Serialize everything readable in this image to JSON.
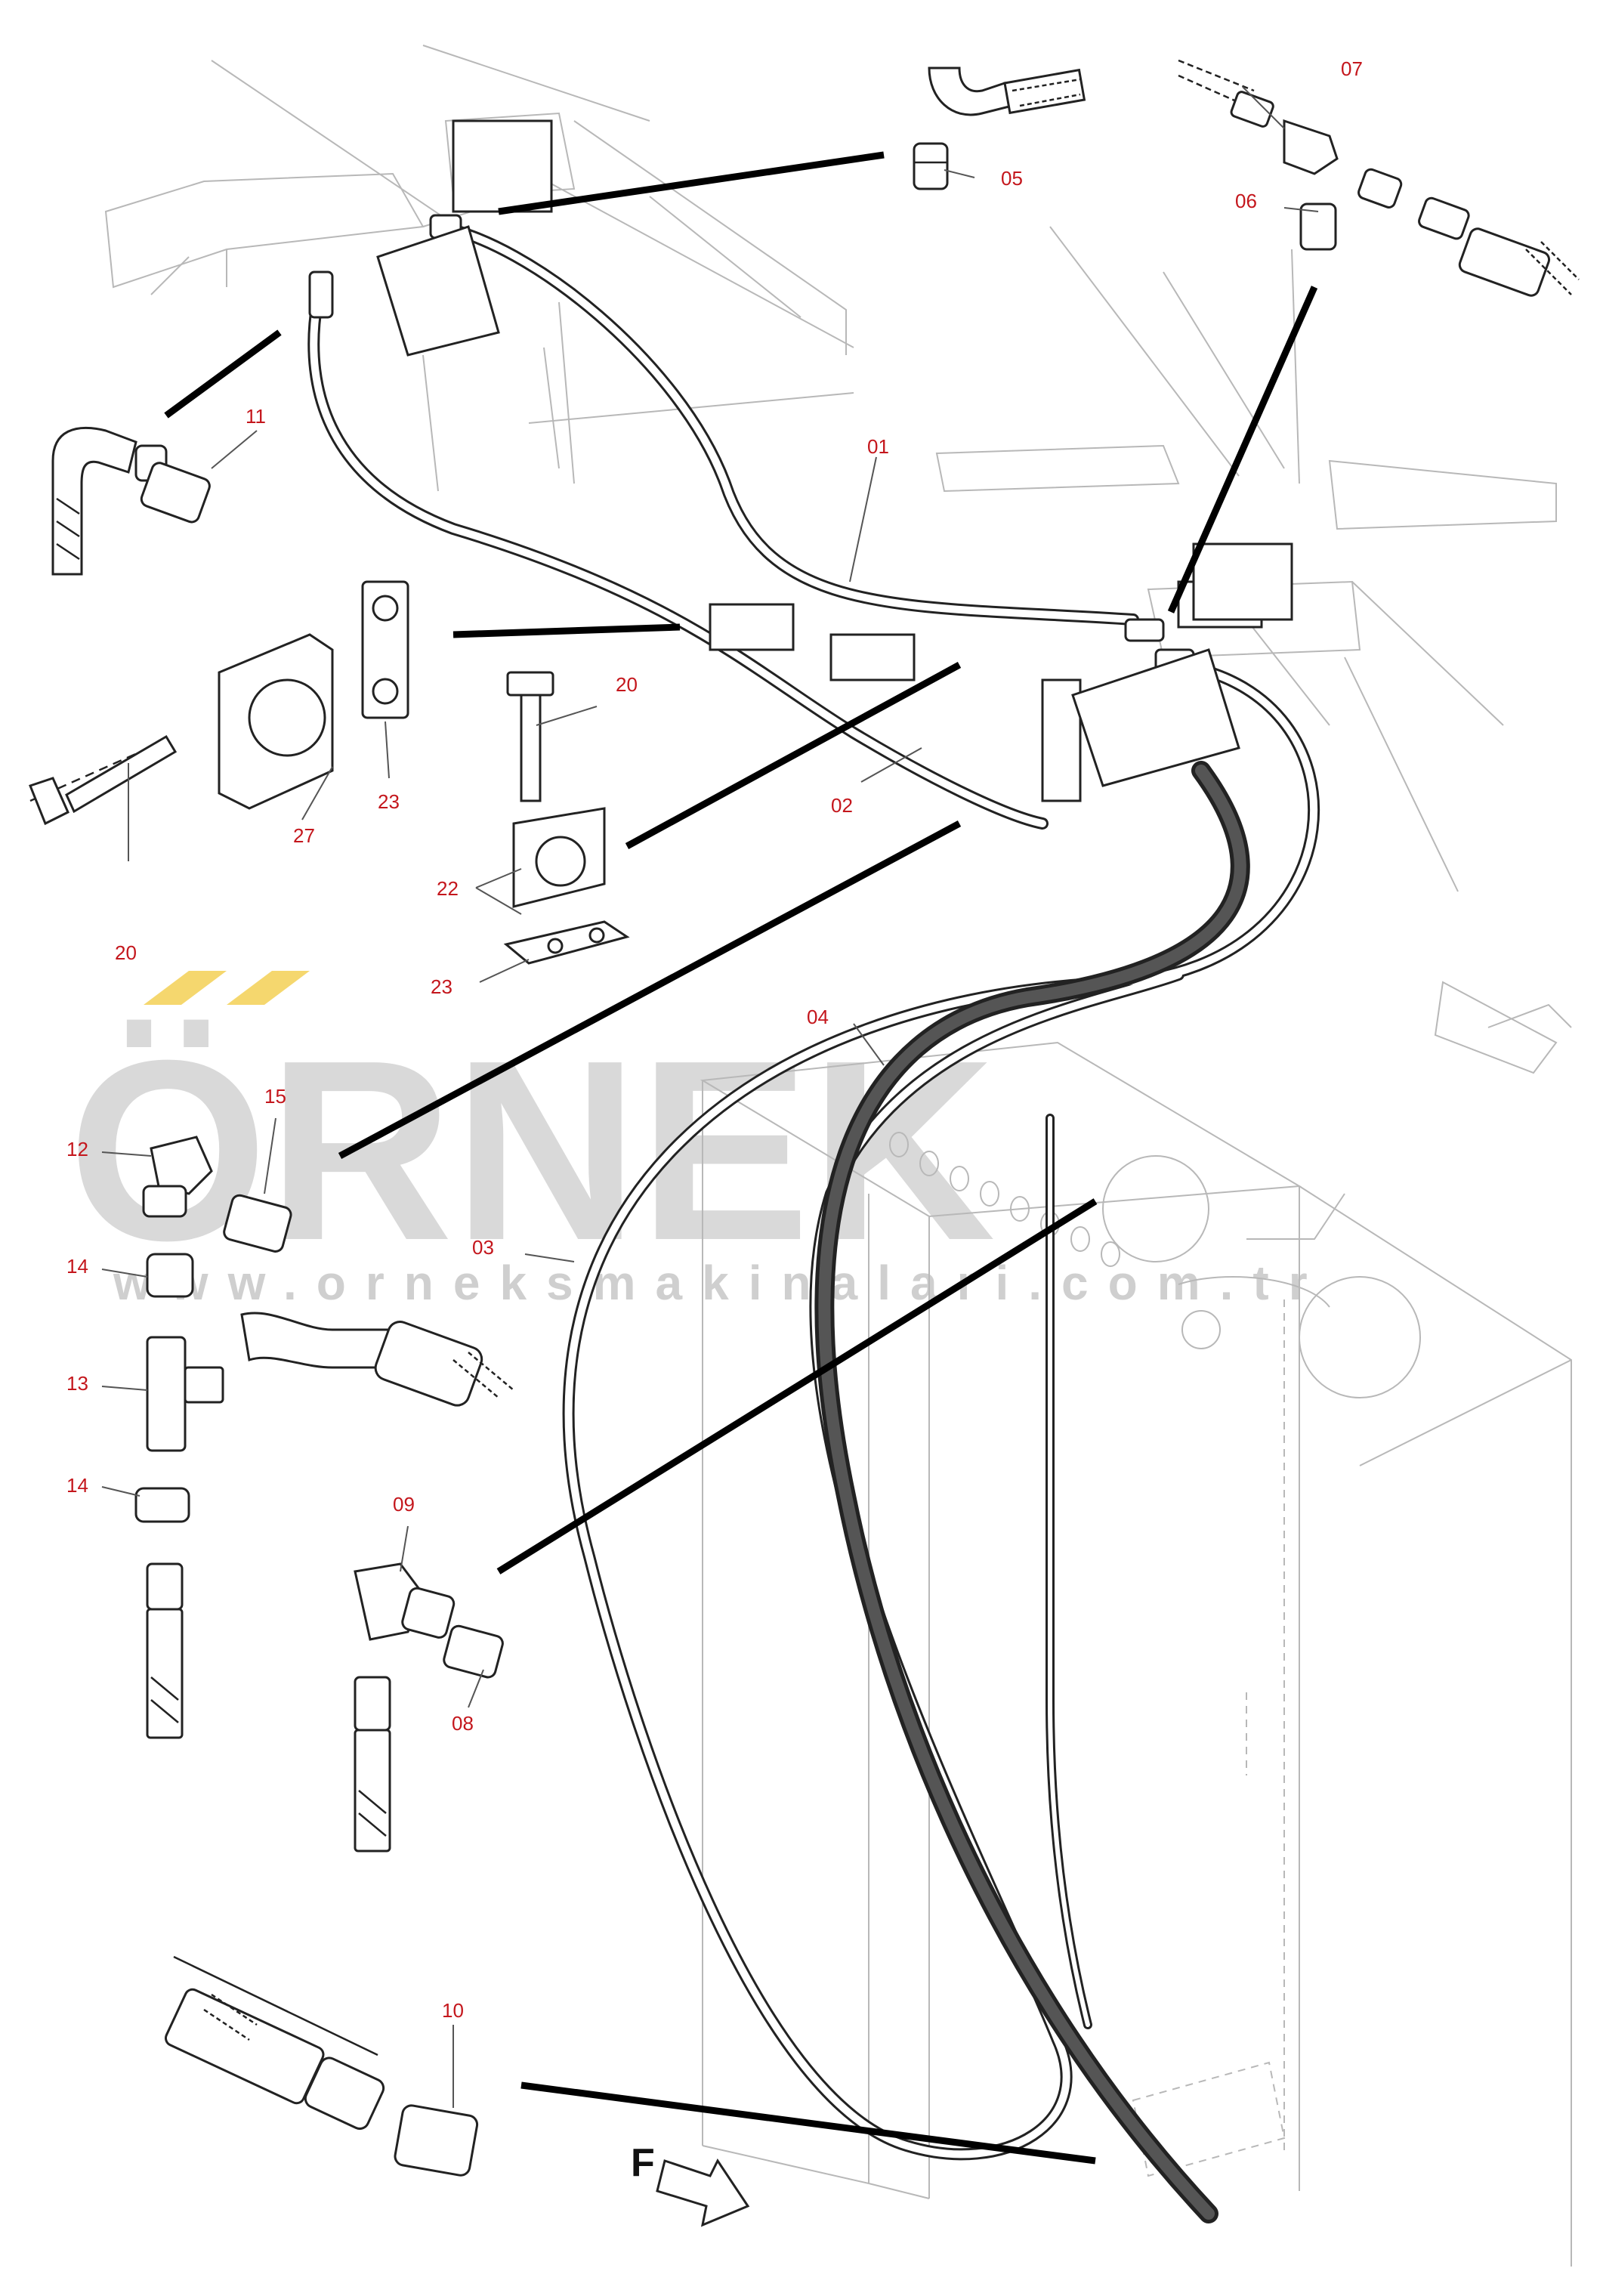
{
  "labels": {
    "l01": "01",
    "l02": "02",
    "l03": "03",
    "l04": "04",
    "l05": "05",
    "l06": "06",
    "l07": "07",
    "l08": "08",
    "l09": "09",
    "l10": "10",
    "l11": "11",
    "l12": "12",
    "l13": "13",
    "l14a": "14",
    "l14b": "14",
    "l15": "15",
    "l20a": "20",
    "l20b": "20",
    "l22": "22",
    "l23a": "23",
    "l23b": "23",
    "l27": "27"
  },
  "watermark": {
    "brand": "ÖRNEK",
    "url": "www.orneksmakinalari.com.tr"
  },
  "direction_label": "F",
  "colors": {
    "label": "#c4161c",
    "watermark": "#d9d9d9",
    "watermark_accent": "#f5d76e",
    "line": "#222222"
  }
}
